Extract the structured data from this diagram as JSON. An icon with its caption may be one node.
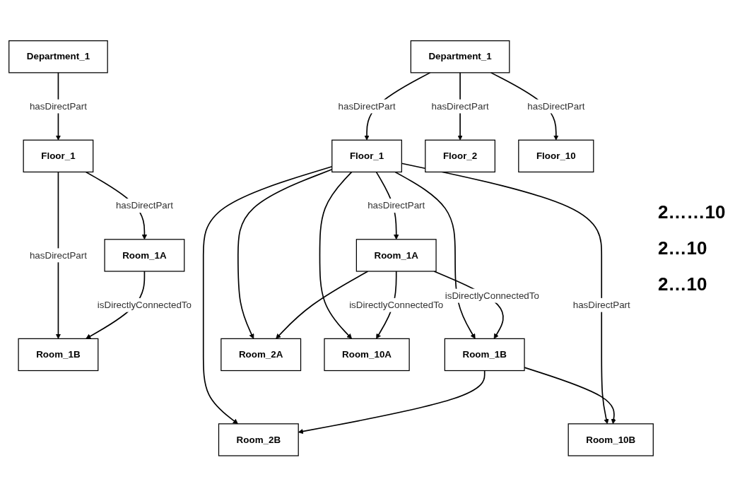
{
  "diagram": {
    "nodes": [
      {
        "text": [
          "Department_1"
        ]
      },
      {
        "text": [
          "Floor_1"
        ]
      },
      {
        "text": [
          "Room_1A"
        ]
      },
      {
        "text": [
          "Room_1B"
        ]
      },
      {
        "text": [
          "Department_1"
        ]
      },
      {
        "text": [
          "Floor_1"
        ]
      },
      {
        "text": [
          "Floor_2"
        ]
      },
      {
        "text": [
          "Floor_10"
        ]
      },
      {
        "text": [
          "Room_1A"
        ]
      },
      {
        "text": [
          "Room_1B"
        ]
      },
      {
        "text": [
          "Room_2A"
        ]
      },
      {
        "text": [
          "Room_10A"
        ]
      },
      {
        "text": [
          "Room_2B"
        ]
      },
      {
        "text": [
          "Room_10B"
        ]
      }
    ],
    "edges": [
      {
        "from": 0,
        "to": 1,
        "arrow": "to",
        "label": "hasDirectPart"
      },
      {
        "from": 1,
        "to": 2,
        "arrow": "to",
        "label": "hasDirectPart"
      },
      {
        "from": 1,
        "to": 3,
        "arrow": "to",
        "label": "hasDirectPart"
      },
      {
        "from": 2,
        "to": 3,
        "arrow": "to",
        "label": "isDirectlyConnectedTo"
      },
      {
        "from": 4,
        "to": 5,
        "arrow": "to",
        "label": "hasDirectPart"
      },
      {
        "from": 4,
        "to": 6,
        "arrow": "to",
        "label": "hasDirectPart"
      },
      {
        "from": 4,
        "to": 7,
        "arrow": "to",
        "label": "hasDirectPart"
      },
      {
        "from": 5,
        "to": 8,
        "arrow": "to",
        "label": "hasDirectPart"
      },
      {
        "from": 5,
        "to": 9,
        "arrow": "to"
      },
      {
        "from": 5,
        "to": 10,
        "arrow": "to"
      },
      {
        "from": 5,
        "to": 11,
        "arrow": "to"
      },
      {
        "from": 5,
        "to": 12,
        "arrow": "to"
      },
      {
        "from": 5,
        "to": 13,
        "arrow": "to",
        "label": "hasDirectPart"
      },
      {
        "from": 8,
        "to": 9,
        "arrow": "to",
        "label": "isDirectlyConnectedTo"
      },
      {
        "from": 8,
        "to": 10,
        "arrow": "to"
      },
      {
        "from": 8,
        "to": 11,
        "arrow": "to",
        "label": "isDirectlyConnectedTo"
      },
      {
        "from": 9,
        "to": 12,
        "arrow": "to"
      },
      {
        "from": 9,
        "to": 13,
        "arrow": "to"
      }
    ],
    "labels": [
      "2……10",
      "2…10",
      "2…10"
    ]
  }
}
